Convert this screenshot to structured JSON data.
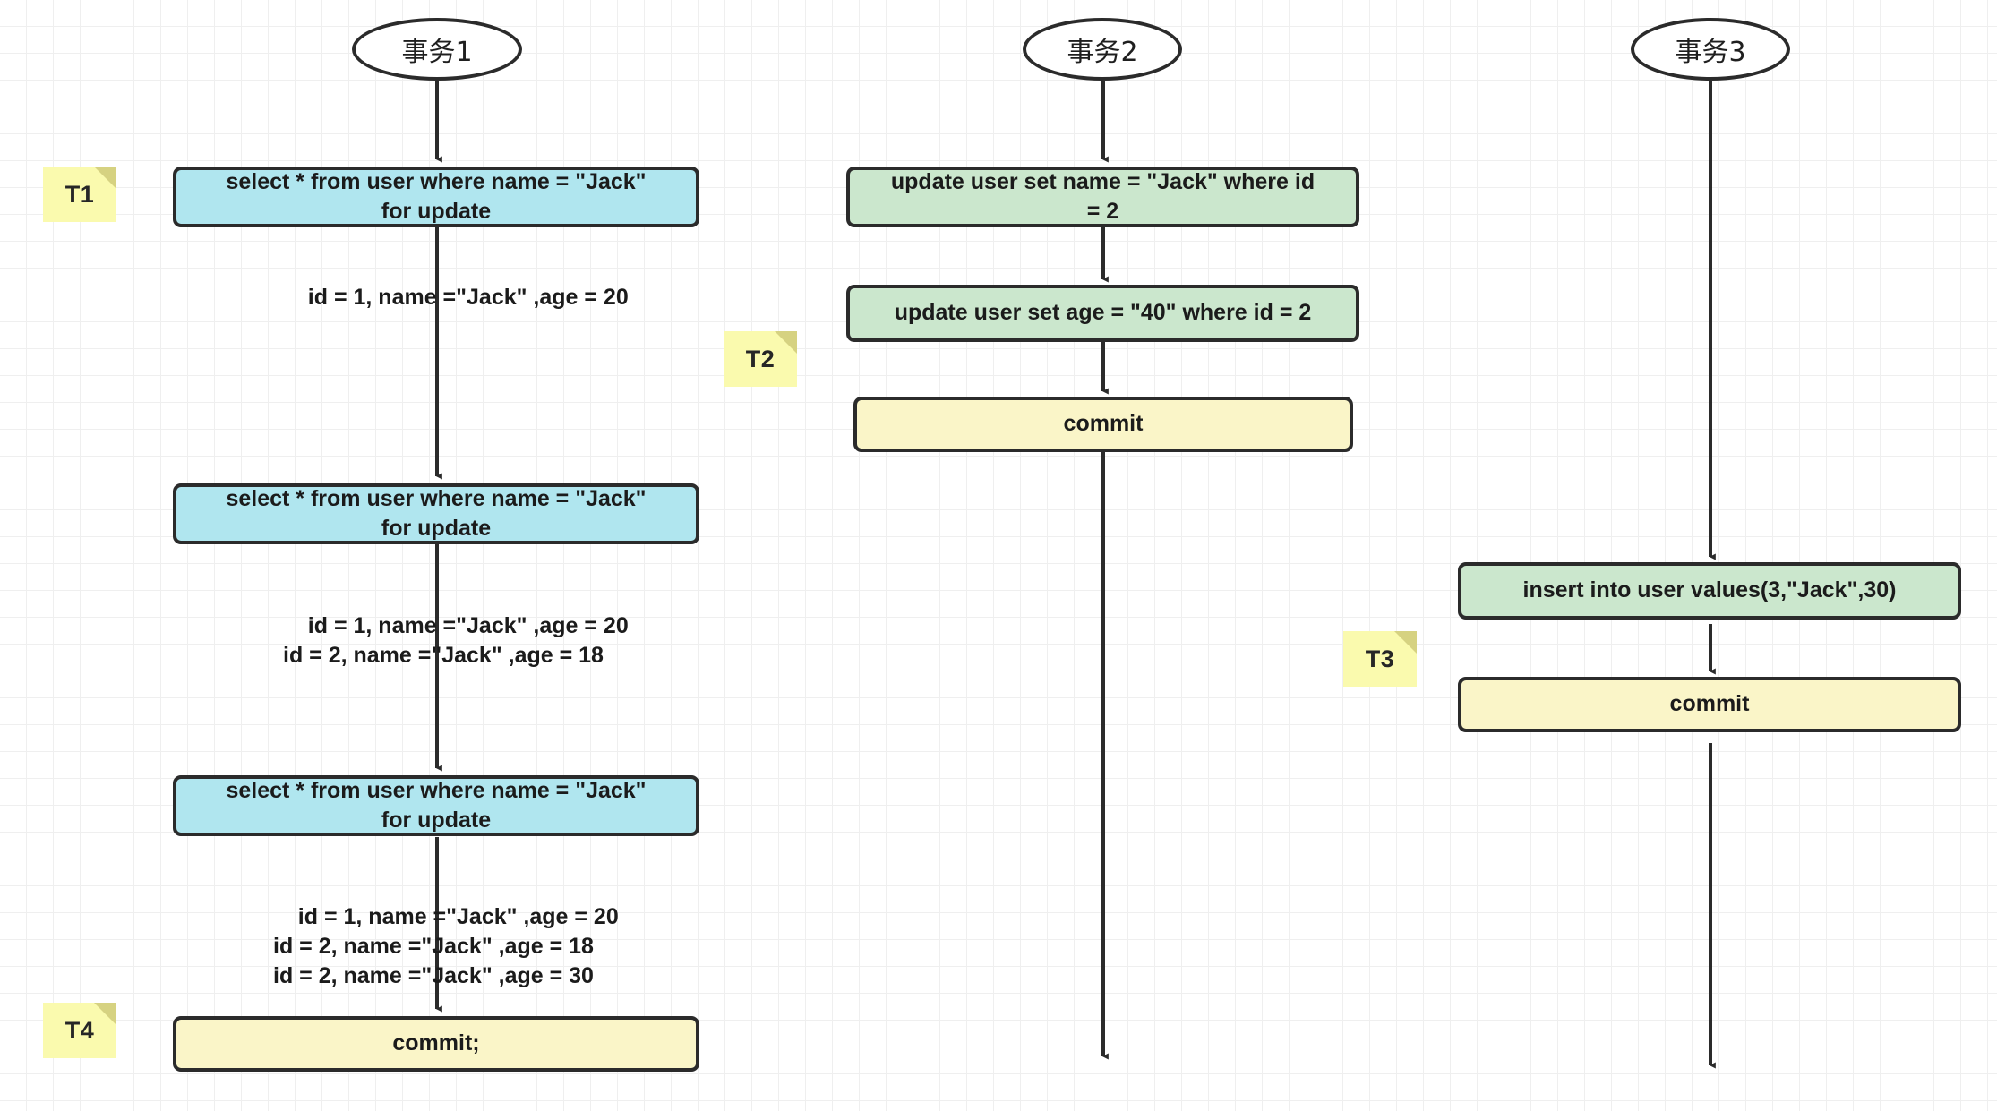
{
  "diagram": {
    "title_nodes": [
      {
        "id": "t1",
        "label": "事务1"
      },
      {
        "id": "t2",
        "label": "事务2"
      },
      {
        "id": "t3",
        "label": "事务3"
      }
    ],
    "sticky_notes": [
      {
        "id": "n-t1",
        "label": "T1"
      },
      {
        "id": "n-t2",
        "label": "T2"
      },
      {
        "id": "n-t3",
        "label": "T3"
      },
      {
        "id": "n-t4",
        "label": "T4"
      }
    ],
    "colors": {
      "select_box": "#b0e6ef",
      "write_box": "#cbe7cd",
      "commit_box": "#faf5c8",
      "sticky": "#fafaae",
      "sticky_fold": "#d6d281",
      "stroke": "#2b2b2b",
      "grid_minor": "#efefef",
      "grid_major": "#e6e6e6"
    },
    "columns": [
      {
        "name": "transaction-1",
        "steps": [
          {
            "kind": "select",
            "text": "select * from user where name = \"Jack\"\nfor update"
          },
          {
            "kind": "result",
            "text": "id = 1, name  =\"Jack\" ,age = 20"
          },
          {
            "kind": "select",
            "text": "select * from user where name = \"Jack\"\nfor update"
          },
          {
            "kind": "result",
            "text": "id = 1, name  =\"Jack\" ,age = 20\nid = 2, name  =\"Jack\" ,age = 18"
          },
          {
            "kind": "select",
            "text": "select * from user where name = \"Jack\"\nfor update"
          },
          {
            "kind": "result",
            "text": "id = 1, name  =\"Jack\" ,age = 20\nid = 2, name  =\"Jack\" ,age = 18\nid = 2, name  =\"Jack\" ,age = 30"
          },
          {
            "kind": "commit",
            "text": "commit;"
          }
        ]
      },
      {
        "name": "transaction-2",
        "steps": [
          {
            "kind": "write",
            "text": "update user set name = \"Jack\" where id\n= 2"
          },
          {
            "kind": "write",
            "text": "update user set age = \"40\" where id = 2"
          },
          {
            "kind": "commit",
            "text": "commit"
          }
        ]
      },
      {
        "name": "transaction-3",
        "steps": [
          {
            "kind": "write",
            "text": "insert  into user values(3,\"Jack\",30)"
          },
          {
            "kind": "commit",
            "text": "commit"
          }
        ]
      }
    ],
    "boxes": {
      "c1_b1": "select * from user where name = \"Jack\"\nfor update",
      "c1_r1": "id = 1, name  =\"Jack\" ,age = 20",
      "c1_b2": "select * from user where name = \"Jack\"\nfor update",
      "c1_r2": "id = 1, name  =\"Jack\" ,age = 20\nid = 2, name  =\"Jack\" ,age = 18",
      "c1_b3": "select * from user where name = \"Jack\"\nfor update",
      "c1_r3": "id = 1, name  =\"Jack\" ,age = 20\nid = 2, name  =\"Jack\" ,age = 18\nid = 2, name  =\"Jack\" ,age = 30",
      "c1_commit": "commit;",
      "c2_b1": "update user set name = \"Jack\" where id\n= 2",
      "c2_b2": "update user set age = \"40\" where id = 2",
      "c2_commit": "commit",
      "c3_b1": "insert  into user values(3,\"Jack\",30)",
      "c3_commit": "commit"
    }
  }
}
